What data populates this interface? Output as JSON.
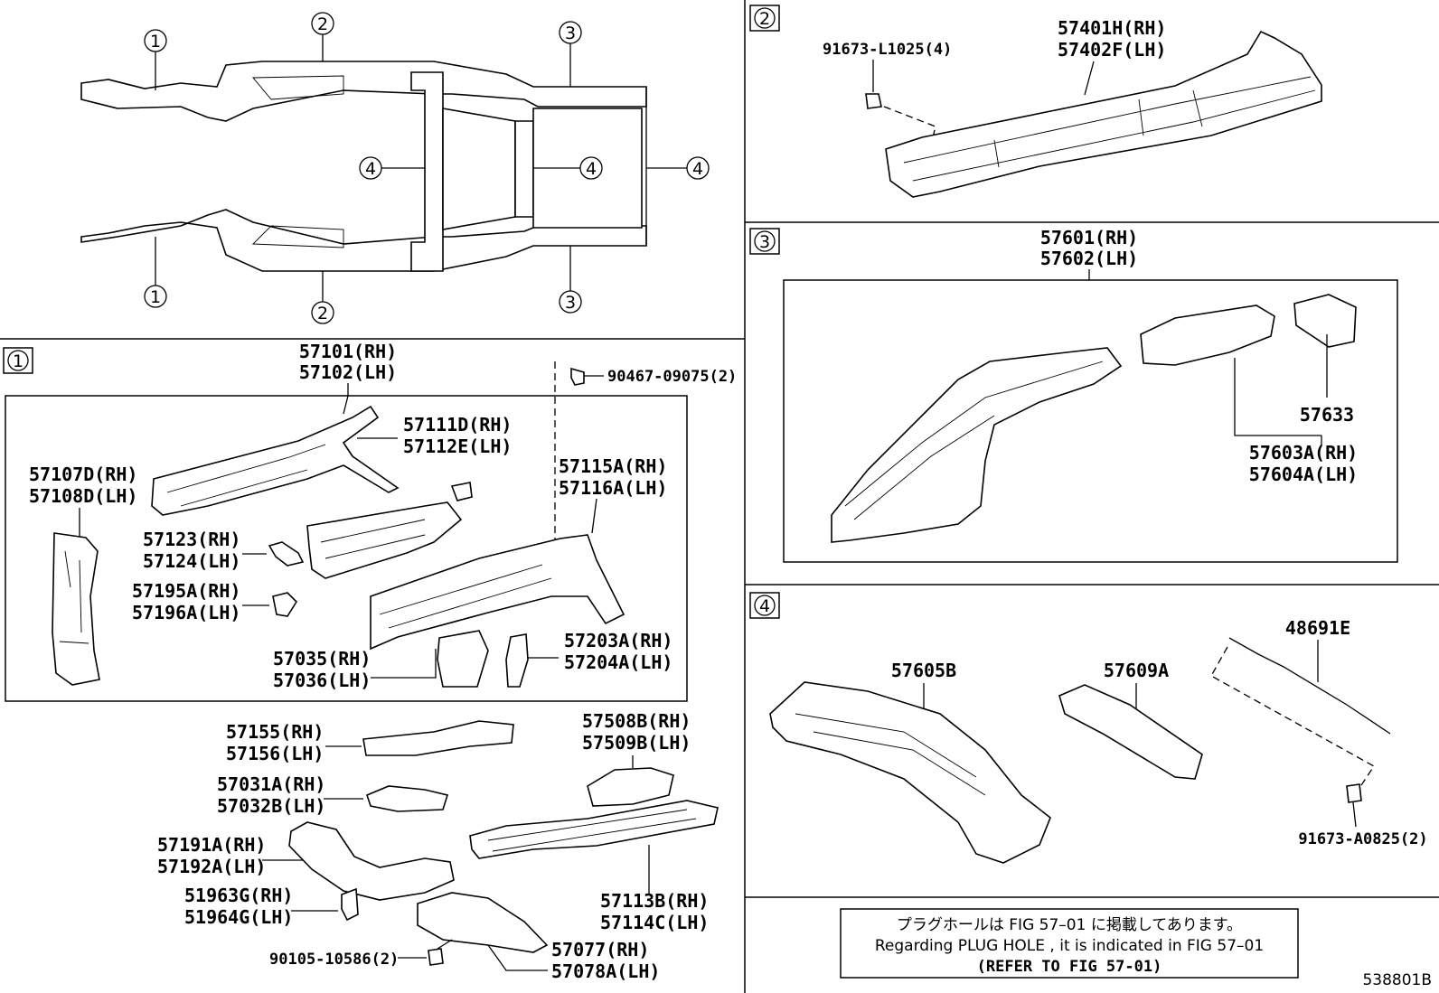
{
  "overview": {
    "callout_1": "1",
    "callout_2": "2",
    "callout_3": "3",
    "callout_4": "4"
  },
  "sections": {
    "s1": {
      "tag": "1"
    },
    "s2": {
      "tag": "2"
    },
    "s3": {
      "tag": "3"
    },
    "s4": {
      "tag": "4"
    }
  },
  "parts_s1": {
    "p57101": "57101(RH)",
    "p57102": "57102(LH)",
    "p90467": "90467-09075(2)",
    "p57111d": "57111D(RH)",
    "p57112e": "57112E(LH)",
    "p57107d": "57107D(RH)",
    "p57108d": "57108D(LH)",
    "p57115a": "57115A(RH)",
    "p57116a": "57116A(LH)",
    "p57123": "57123(RH)",
    "p57124": "57124(LH)",
    "p57195a": "57195A(RH)",
    "p57196a": "57196A(LH)",
    "p57035": "57035(RH)",
    "p57036": "57036(LH)",
    "p57203a": "57203A(RH)",
    "p57204a": "57204A(LH)"
  },
  "parts_lower": {
    "p57155": "57155(RH)",
    "p57156": "57156(LH)",
    "p57508b": "57508B(RH)",
    "p57509b": "57509B(LH)",
    "p57031a": "57031A(RH)",
    "p57032b": "57032B(LH)",
    "p57191a": "57191A(RH)",
    "p57192a": "57192A(LH)",
    "p51963g": "51963G(RH)",
    "p51964g": "51964G(LH)",
    "p57113b": "57113B(RH)",
    "p57114c": "57114C(LH)",
    "p90105": "90105-10586(2)",
    "p57077": "57077(RH)",
    "p57078a": "57078A(LH)"
  },
  "parts_s2": {
    "p91673l": "91673-L1025(4)",
    "p57401h": "57401H(RH)",
    "p57402f": "57402F(LH)"
  },
  "parts_s3": {
    "p57601": "57601(RH)",
    "p57602": "57602(LH)",
    "p57633": "57633",
    "p57603a": "57603A(RH)",
    "p57604a": "57604A(LH)"
  },
  "parts_s4": {
    "p57605b": "57605B",
    "p57609a": "57609A",
    "p48691e": "48691E",
    "p91673a": "91673-A0825(2)"
  },
  "note": {
    "line1": "プラグホールは FIG 57–01 に掲載してあります。",
    "line2": "Regarding PLUG HOLE , it is indicated in FIG 57–01",
    "line3": "(REFER TO FIG 57-01)"
  },
  "figure_id": "538801B"
}
